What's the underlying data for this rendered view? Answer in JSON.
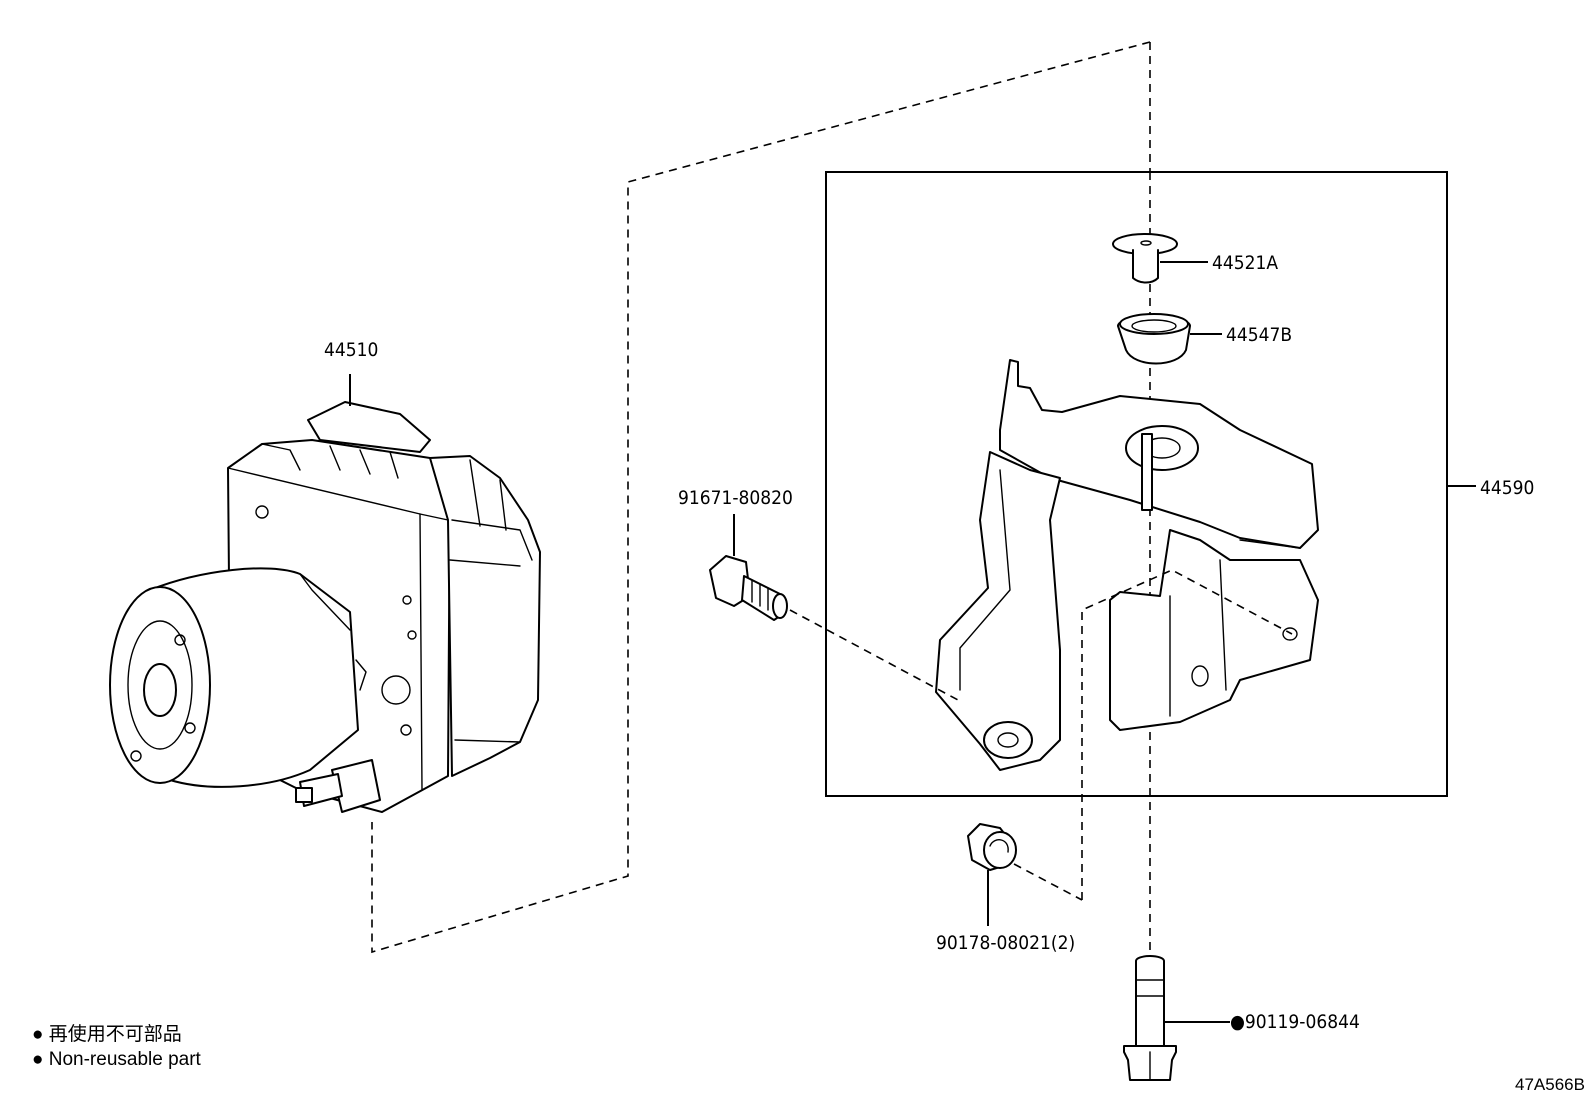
{
  "parts": {
    "p44510": "44510",
    "p44590": "44590",
    "p44521A": "44521A",
    "p44547B": "44547B",
    "p91671": "91671-80820",
    "p90178": "90178-08021(2)",
    "p90119": "●90119-06844"
  },
  "legend": {
    "jp": "● 再使用不可部品",
    "en": "● Non-reusable part"
  },
  "diagram_code": "47A566B"
}
